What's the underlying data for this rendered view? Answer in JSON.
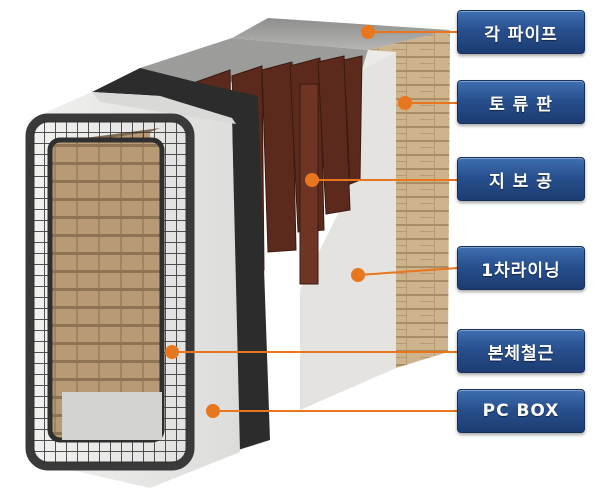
{
  "labels": [
    {
      "id": "square-pipe",
      "text": "각 파이프"
    },
    {
      "id": "earth-retaining-plate",
      "text": "토 류 판"
    },
    {
      "id": "support",
      "text": "지 보 공"
    },
    {
      "id": "primary-lining",
      "text": "1차라이닝"
    },
    {
      "id": "main-rebar",
      "text": "본체철근"
    },
    {
      "id": "pc-box",
      "text": "PC BOX"
    }
  ],
  "colors": {
    "label_fill": "#28508e",
    "leader_line": "#e8761e",
    "leader_dot": "#e8761e",
    "concrete": "#e9e9e7",
    "waterproof_membrane": "#2b2b2b",
    "steel_support": "#5a2a1c",
    "timber": "#c9b08a",
    "rebar": "#3a3a3a"
  }
}
